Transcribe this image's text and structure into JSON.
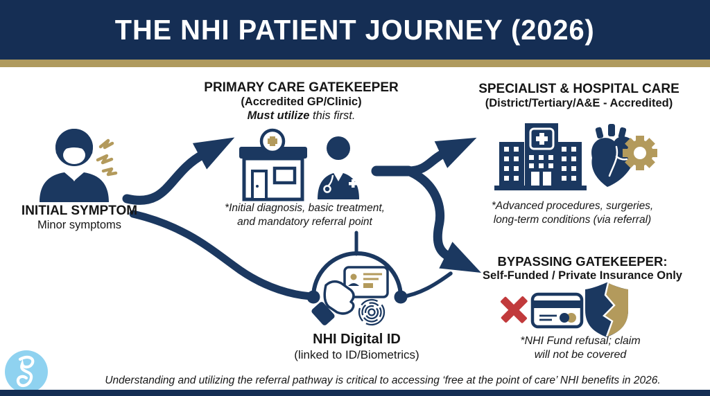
{
  "colors": {
    "navy": "#1B3860",
    "header_navy": "#152E54",
    "gold": "#B39A5C",
    "red_x": "#C13A3C",
    "logo_blue": "#8FD2F0",
    "text": "#161616",
    "white": "#FFFFFF"
  },
  "header": {
    "title": "THE NHI PATIENT JOURNEY (2026)"
  },
  "stage_initial": {
    "title": "INITIAL SYMPTOM",
    "subtitle": "Minor symptoms"
  },
  "stage_primary": {
    "title": "PRIMARY CARE GATEKEEPER",
    "subtitle": "(Accredited GP/Clinic)",
    "rule_bold": "Must utilize",
    "rule_rest": " this first.",
    "note1": "*Initial diagnosis, basic treatment,",
    "note2": "and mandatory referral point"
  },
  "stage_specialist": {
    "title": "SPECIALIST & HOSPITAL CARE",
    "subtitle": "(District/Tertiary/A&E - Accredited)",
    "note1": "*Advanced procedures, surgeries,",
    "note2": "long-term conditions (via referral)"
  },
  "stage_digital_id": {
    "title": "NHI Digital ID",
    "subtitle": "(linked to ID/Biometrics)"
  },
  "stage_bypass": {
    "title": "BYPASSING GATEKEEPER:",
    "subtitle": "Self-Funded / Private Insurance Only",
    "note1": "*NHI Fund refusal; claim",
    "note2": "will not be covered"
  },
  "footer": {
    "text": "Understanding and utilizing the referral pathway is critical to accessing ‘free at the point of care’ NHI benefits in 2026."
  },
  "icons": {
    "patient": "patient-person-icon",
    "pain": "pain-bolts-icon",
    "clinic": "clinic-building-icon",
    "doctor": "doctor-icon",
    "hospital": "hospital-building-icon",
    "heart_gear": "heart-gear-icon",
    "hand_id": "hand-id-card-icon",
    "fingerprint": "fingerprint-icon",
    "red_x": "red-x-icon",
    "credit_card": "credit-card-icon",
    "broken_shield": "broken-shield-icon",
    "logo": "brand-logo-icon"
  }
}
